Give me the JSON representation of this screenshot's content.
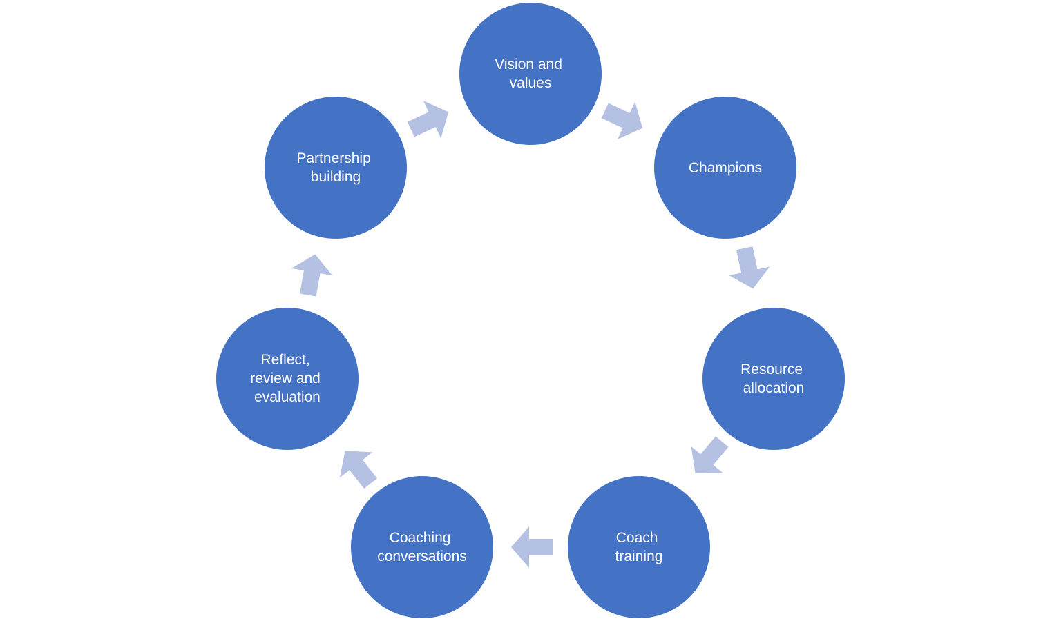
{
  "diagram": {
    "colors": {
      "background": "#ffffff",
      "node_fill": "#4472c4",
      "arrow_fill": "#b4c1e3",
      "label_text": "#ffffff"
    },
    "nodes": [
      {
        "id": "vision",
        "lines": [
          "Vision and",
          "values"
        ]
      },
      {
        "id": "champions",
        "lines": [
          "Champions"
        ]
      },
      {
        "id": "resource",
        "lines": [
          "Resource",
          "allocation"
        ]
      },
      {
        "id": "coach-training",
        "lines": [
          "Coach",
          "training"
        ]
      },
      {
        "id": "coaching-conversations",
        "lines": [
          "Coaching",
          "conversations"
        ]
      },
      {
        "id": "reflect",
        "lines": [
          "Reflect,",
          "review and",
          "evaluation"
        ]
      },
      {
        "id": "partnership",
        "lines": [
          "Partnership",
          "building"
        ]
      }
    ],
    "arrows": [
      {
        "from": "vision",
        "to": "champions"
      },
      {
        "from": "champions",
        "to": "resource"
      },
      {
        "from": "resource",
        "to": "coach-training"
      },
      {
        "from": "coach-training",
        "to": "coaching-conversations"
      },
      {
        "from": "coaching-conversations",
        "to": "reflect"
      },
      {
        "from": "reflect",
        "to": "partnership"
      },
      {
        "from": "partnership",
        "to": "vision"
      }
    ]
  }
}
